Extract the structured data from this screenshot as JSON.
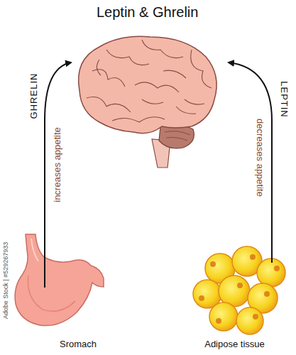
{
  "diagram": {
    "title": "Leptin & Ghrelin",
    "nodes": [
      {
        "text": [
          "Sromach"
        ]
      },
      {
        "text": [
          "Adipose tissue"
        ]
      }
    ],
    "labels": [
      "GHRELIN",
      "increases appetite",
      "decreases appetite",
      "LEPTIN",
      "Adobe Stock | #529267933"
    ]
  }
}
